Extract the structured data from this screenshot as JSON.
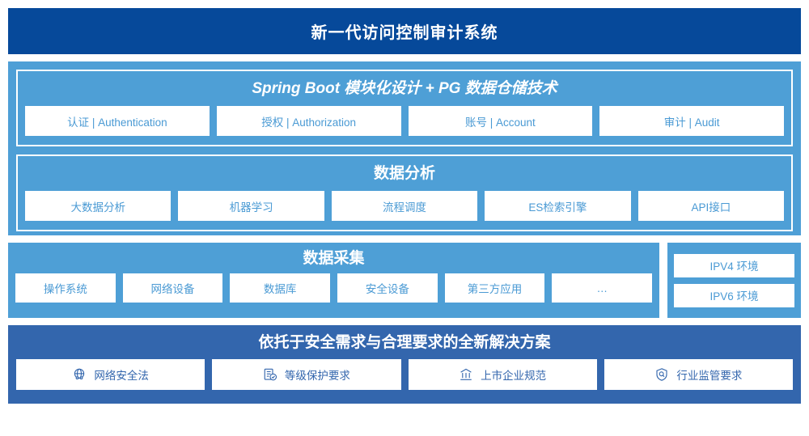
{
  "header": {
    "title": "新一代访问控制审计系统"
  },
  "application_layer": {
    "groups": [
      {
        "title": "Spring Boot 模块化设计 + PG 数据仓储技术",
        "italic": true,
        "chips": [
          "认证 | Authentication",
          "授权 | Authorization",
          "账号 | Account",
          "审计 | Audit"
        ]
      },
      {
        "title": "数据分析",
        "italic": false,
        "chips": [
          "大数据分析",
          "机器学习",
          "流程调度",
          "ES检索引擎",
          "API接口"
        ]
      }
    ]
  },
  "collection_layer": {
    "title": "数据采集",
    "sources": [
      "操作系统",
      "网络设备",
      "数据库",
      "安全设备",
      "第三方应用",
      "…"
    ],
    "environments": [
      "IPV4 环境",
      "IPV6 环境"
    ]
  },
  "basis_layer": {
    "title": "依托于安全需求与合理要求的全新解决方案",
    "items": [
      {
        "label": "网络安全法",
        "icon": "globe-network-icon"
      },
      {
        "label": "等级保护要求",
        "icon": "document-check-icon"
      },
      {
        "label": "上市企业规范",
        "icon": "bank-building-icon"
      },
      {
        "label": "行业监管要求",
        "icon": "shield-search-icon"
      }
    ]
  },
  "colors": {
    "header_navy": "#06499a",
    "panel_blue": "#4e9fd6",
    "panel_dark_blue": "#3366ad",
    "chip_text_blue": "#4a9ad4",
    "chip_text_dark_blue": "#3366ad",
    "white": "#ffffff"
  }
}
